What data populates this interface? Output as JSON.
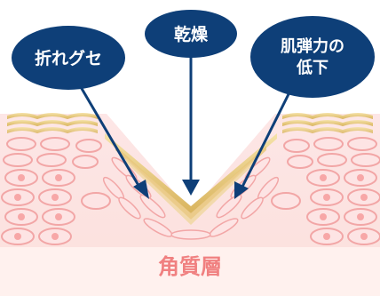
{
  "labels": {
    "fold": "折れグセ",
    "dryness": "乾燥",
    "elasticity_line1": "肌弾力の",
    "elasticity_line2": "低下",
    "stratum": "角質層"
  },
  "colors": {
    "bubble": "#0e3f78",
    "arrow": "#0e3f78",
    "skin_pink": "#f8d8d8",
    "cell_outline": "#f2a6a6",
    "gold": "#e3c36d",
    "label": "#f08080",
    "base": "#fff3f0"
  },
  "icons": {
    "arrow": "down-arrow-icon"
  }
}
